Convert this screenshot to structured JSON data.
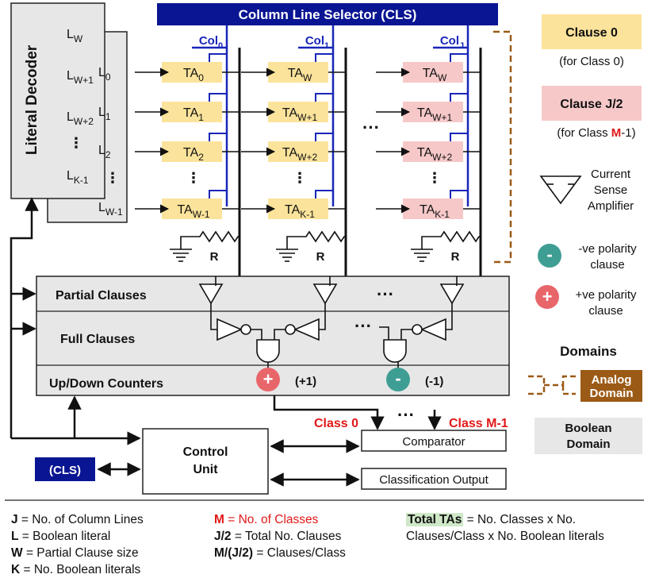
{
  "colors": {
    "navy": "#0a1593",
    "blue_wire": "#1826b8",
    "ta_yellow": "#fbe39b",
    "ta_pink": "#f6c8c8",
    "gray_box": "#e7e7e7",
    "analog_brown": "#9b5a16",
    "neg_teal": "#3f9e94",
    "pos_red": "#e8666a",
    "highlight_red": "#e01818",
    "legend_green": "#cfe8c8"
  },
  "cls_label": "Column Line Selector (CLS)",
  "literal_decoder": {
    "title": "Literal Decoder",
    "back_labels": [
      "W",
      "W+1",
      "W+2",
      "⋮",
      "K-1"
    ],
    "front_labels": [
      "0",
      "1",
      "2",
      "⋮",
      "W-1"
    ]
  },
  "columns": [
    {
      "label_sub": "0",
      "tas": [
        "0",
        "1",
        "2",
        "W-1"
      ],
      "tone": "yellow"
    },
    {
      "label_sub": "1",
      "tas": [
        "W",
        "W+1",
        "W+2",
        "K-1"
      ],
      "tone": "yellow"
    },
    {
      "label_sub": "J",
      "tas": [
        "W",
        "W+1",
        "W+2",
        "K-1"
      ],
      "tone": "pink"
    }
  ],
  "ta_prefix": "TA",
  "col_prefix": "Col",
  "resistor_label": "R",
  "ellipsis": "···",
  "rows": {
    "partial": "Partial Clauses",
    "full": "Full Clauses",
    "counters": "Up/Down Counters"
  },
  "counter_plus": "(+1)",
  "counter_minus": "(-1)",
  "class0": "Class 0",
  "classM": "Class M-1",
  "control_unit": [
    "Control",
    "Unit"
  ],
  "cls_small": "(CLS)",
  "comparator": "Comparator",
  "classification_output": "Classification Output",
  "right_legend": {
    "clause0": "Clause 0",
    "clause0_sub": "(for Class 0)",
    "clauseJ": "Clause J/2",
    "clauseJ_sub_pre": "(for Class ",
    "clauseJ_sub_m": "M",
    "clauseJ_sub_post": "-1)",
    "csa": [
      "Current",
      "Sense",
      "Amplifier"
    ],
    "neg": [
      "-ve polarity",
      "clause"
    ],
    "pos": [
      "+ve polarity",
      "clause"
    ],
    "domains_title": "Domains",
    "analog": [
      "Analog",
      "Domain"
    ],
    "boolean": [
      "Boolean",
      "Domain"
    ]
  },
  "legend": {
    "col1": [
      {
        "key": "J",
        "text": " = No. of Column Lines"
      },
      {
        "key": "L",
        "text": " = Boolean literal"
      },
      {
        "key": "W",
        "text": " = Partial Clause size"
      },
      {
        "key": "K",
        "text": " = No. Boolean literals"
      }
    ],
    "col2": [
      {
        "key": "M",
        "text": "  = No. of Classes"
      },
      {
        "key": "J/2",
        "text": " = Total No. Clauses"
      },
      {
        "key": "M/(J/2)",
        "text": " = Clauses/Class"
      }
    ],
    "col3_key": "Total TAs",
    "col3_lines": [
      " = No. Classes x No.",
      "Clauses/Class x No. Boolean literals"
    ]
  }
}
